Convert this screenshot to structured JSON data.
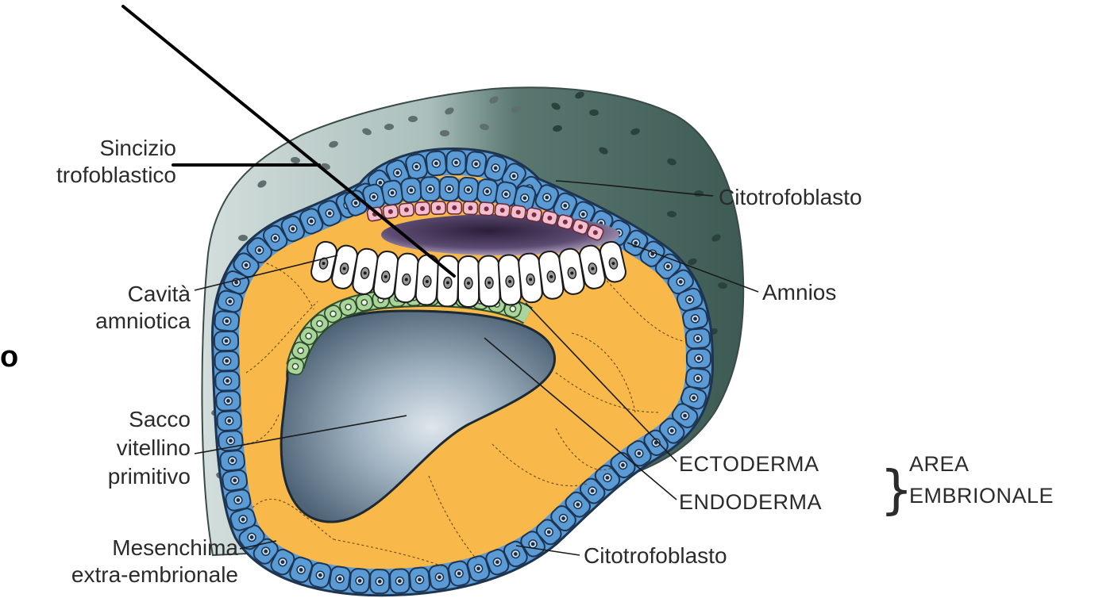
{
  "labels": {
    "sincizio_1": "Sincizio",
    "sincizio_2": "trofoblastico",
    "citotrofoblasto_top": "Citotrofoblasto",
    "cavita_1": "Cavità",
    "cavita_2": "amniotica",
    "amnios": "Amnios",
    "cut_letter": "o",
    "sacco_1": "Sacco",
    "sacco_2": "vitellino",
    "sacco_3": "primitivo",
    "ectoderma": "ECTODERMA",
    "endoderma": "ENDODERMA",
    "brace": "}",
    "area_1": "AREA",
    "area_2": "EMBRIONALE",
    "mesenchima_1": "Mesenchima",
    "mesenchima_2": "extra-embrionale",
    "citotrofoblasto_bottom": "Citotrofoblasto"
  },
  "colors": {
    "background": "#ffffff",
    "syncytiotrophoblast_light": "#c9d6d4",
    "syncytiotrophoblast_dark": "#46635c",
    "cytotrophoblast": "#5b9bd5",
    "extraembryonic_mesenchyme": "#f8b84a",
    "amnion": "#f2bfce",
    "ectoderm": "#ffffff",
    "endoderm": "#a9d59b",
    "yolk_sac": "#8fa3b3",
    "amniotic_cavity": "#3b2b4a"
  }
}
